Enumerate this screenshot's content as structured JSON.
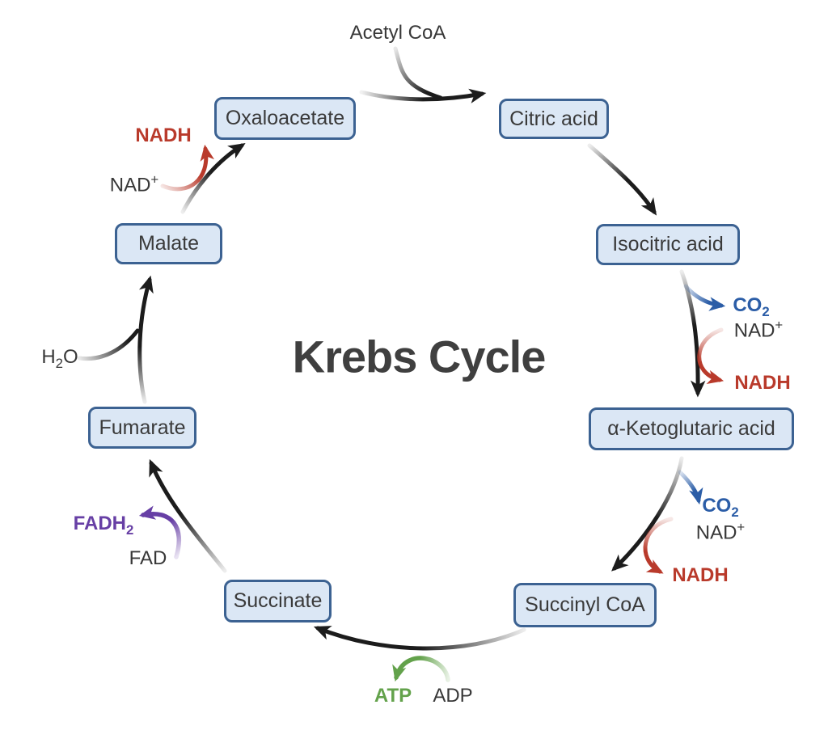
{
  "title": "Krebs Cycle",
  "nodes": [
    {
      "label": "Oxaloacetate"
    },
    {
      "label": "Citric acid"
    },
    {
      "label": "Isocitric acid"
    },
    {
      "label": "α-Ketoglutaric acid"
    },
    {
      "label": "Succinyl CoA"
    },
    {
      "label": "Succinate"
    },
    {
      "label": "Fumarate"
    },
    {
      "label": "Malate"
    }
  ],
  "molecules": {
    "acetyl_coa": "Acetyl CoA",
    "nadh": "NADH",
    "nad": {
      "base": "NAD",
      "sup": "+"
    },
    "co2": {
      "base": "CO",
      "sub": "2"
    },
    "h2o": {
      "base": "H",
      "sub": "2",
      "tail": "O"
    },
    "fad": "FAD",
    "fadh2": {
      "base": "FADH",
      "sub": "2"
    },
    "adp": "ADP",
    "atp": "ATP"
  },
  "colors": {
    "nadh_red": "#b93a2b",
    "co2_blue": "#2b5da7",
    "fadh2_purple": "#673fa5",
    "atp_green": "#63a24b",
    "box_fill": "#dbe7f5",
    "box_border": "#3c6292",
    "arrow_black": "#1c1c1c"
  }
}
